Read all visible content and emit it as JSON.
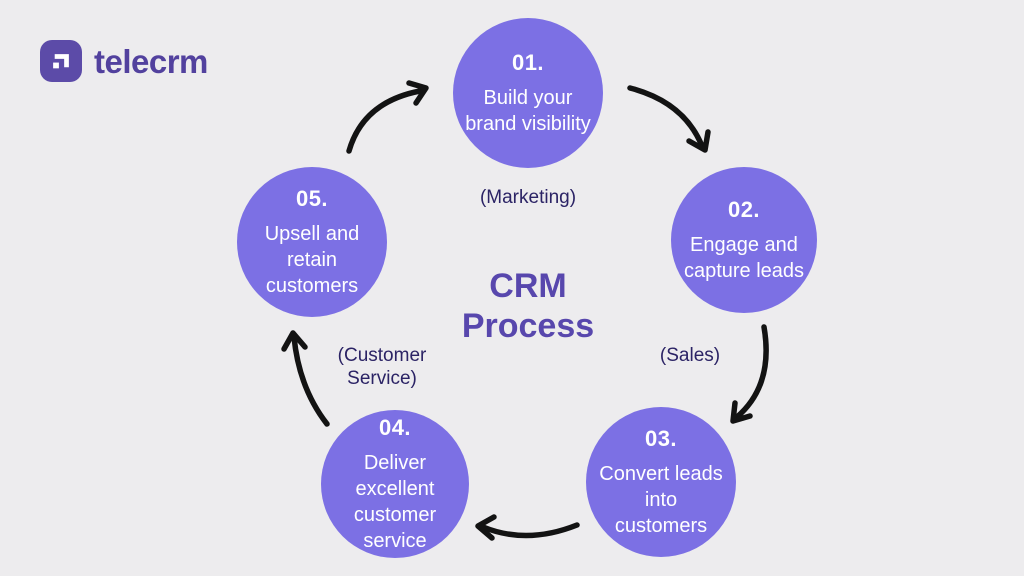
{
  "logo": {
    "text": "telecrm",
    "icon": "telecrm-logo-icon",
    "icon_bg_color": "#5C4BA8",
    "text_color": "#52419E"
  },
  "center_title": "CRM Process",
  "steps": [
    {
      "number": "01.",
      "label": "Build your brand visibility"
    },
    {
      "number": "02.",
      "label": "Engage and capture leads"
    },
    {
      "number": "03.",
      "label": "Convert leads into customers"
    },
    {
      "number": "04.",
      "label": "Deliver excellent customer service"
    },
    {
      "number": "05.",
      "label": "Upsell and retain customers"
    }
  ],
  "annotations": {
    "marketing": "(Marketing)",
    "sales": "(Sales)",
    "customer_service": "(Customer Service)"
  },
  "colors": {
    "background": "#EDECEE",
    "circle_fill": "#7C70E4",
    "circle_text": "#FFFFFF",
    "title_text": "#5847AD",
    "annotation_text": "#2B2365",
    "arrow": "#131313"
  }
}
